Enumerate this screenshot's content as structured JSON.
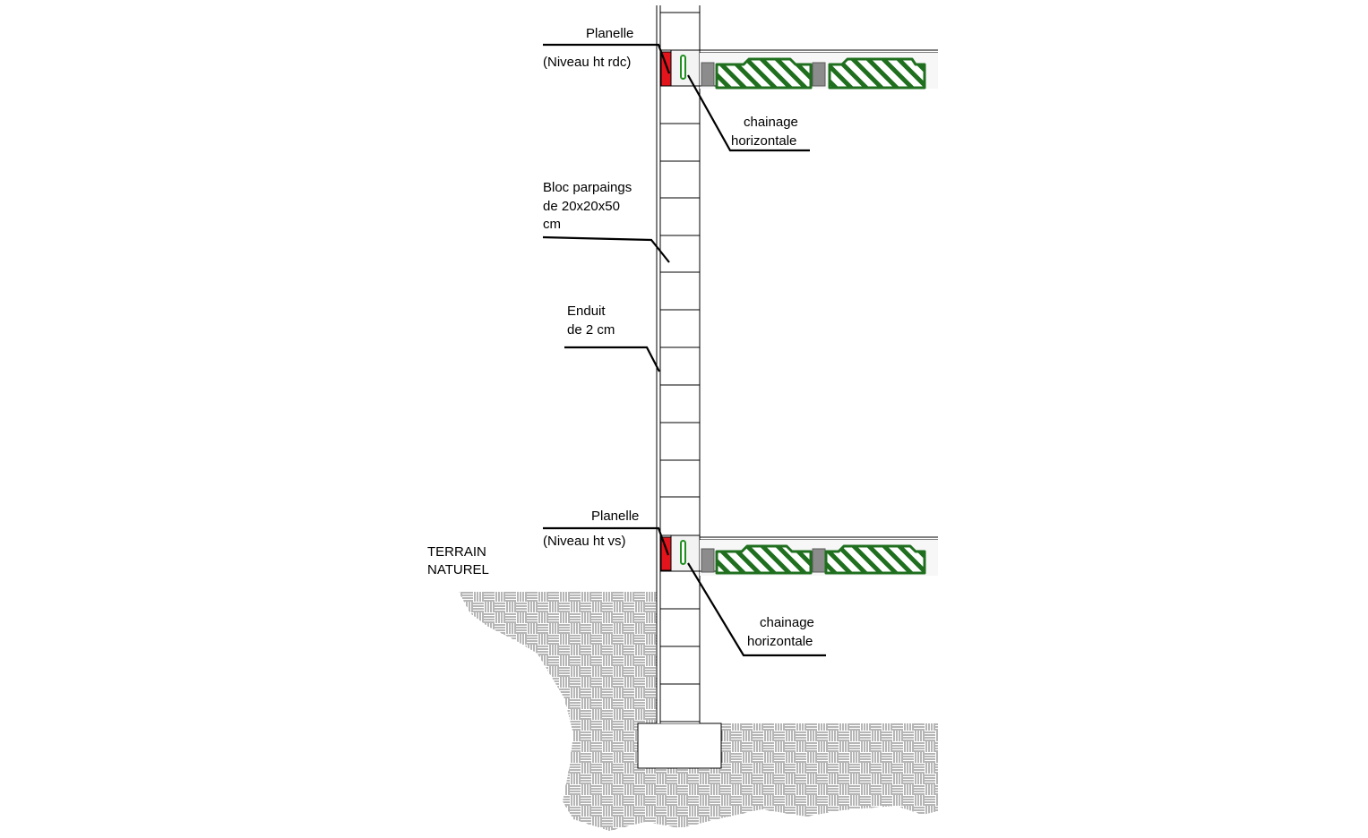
{
  "colors": {
    "planelle": "#e3141b",
    "hourdis": "#1f6f1f",
    "poutrelle": "#8c8c8c",
    "soil_pattern": "#6e6e6e"
  },
  "labels": {
    "planelle_top": "Planelle",
    "niveau_top": "(Niveau ht rdc)",
    "chainage_top_1": "chainage",
    "chainage_top_2": "horizontale",
    "bloc_1": "Bloc parpaings",
    "bloc_2": "de 20x20x50",
    "bloc_3": "cm",
    "enduit_1": "Enduit",
    "enduit_2": "de 2 cm",
    "planelle_bottom": "Planelle",
    "niveau_bottom": "(Niveau ht vs)",
    "terrain_1": "TERRAIN",
    "terrain_2": "NATUREL",
    "chainage_bottom_1": "chainage",
    "chainage_bottom_2": "horizontale"
  }
}
